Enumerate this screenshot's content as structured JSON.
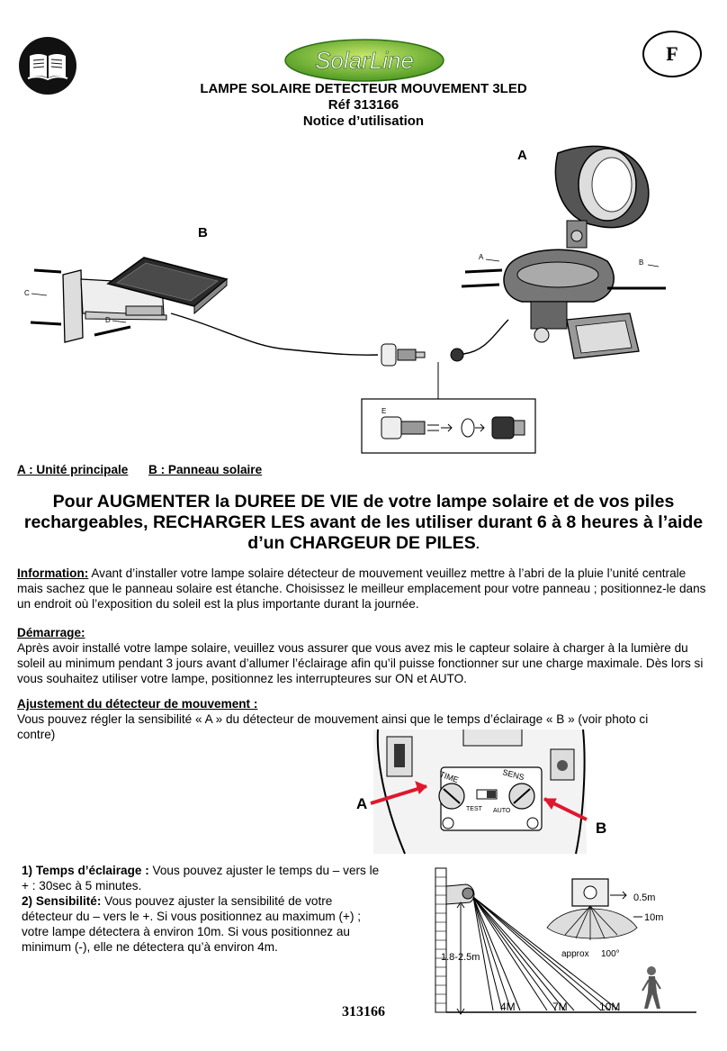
{
  "header": {
    "logo_text": "SolarLine",
    "lang_badge": "F",
    "title_line1": "LAMPE SOLAIRE DETECTEUR MOUVEMENT 3LED",
    "title_line2": "Réf 313166",
    "title_line3": "Notice d’utilisation"
  },
  "figure1": {
    "label_a": "A",
    "label_b": "B",
    "small_a": "A",
    "small_b": "B",
    "small_c": "C",
    "small_d": "D",
    "small_e": "E"
  },
  "legend": {
    "a": "A : Unité principale",
    "b": "B : Panneau solaire"
  },
  "warning": {
    "prefix": "Pour AUGMENTER la DUREE DE VIE de votre lampe solaire et de vos piles rechargeables, RECHARGER LES avant de les utiliser durant 6 à 8 heures à l’aide d’un CHARGEUR DE PILES",
    "suffix": "."
  },
  "information": {
    "heading": "Information:",
    "body": " Avant d’installer votre lampe solaire détecteur de mouvement veuillez mettre à l’abri de la pluie l’unité centrale mais sachez que le panneau solaire est étanche. Choisissez le meilleur emplacement pour votre panneau ; positionnez-le dans un endroit où l’exposition du soleil est la plus importante durant la journée."
  },
  "demarrage": {
    "heading": "Démarrage:",
    "body": "Après avoir installé votre lampe solaire, veuillez vous assurer que vous avez mis le capteur solaire à charger à la lumière du soleil au minimum pendant 3 jours avant d’allumer l’éclairage afin qu’il puisse fonctionner sur une charge maximale. Dès lors si vous souhaitez utiliser votre lampe, positionnez les interrupteures sur ON et AUTO."
  },
  "ajustement": {
    "heading": "Ajustement du détecteur de mouvement :",
    "body": "Vous pouvez régler la sensibilité « A » du détecteur de mouvement ainsi que le temps d’éclairage « B » (voir photo ci contre)"
  },
  "figure2": {
    "label_a": "A",
    "label_b": "B",
    "time": "TIME",
    "sens": "SENS",
    "test": "TEST",
    "auto": "AUTO"
  },
  "temps": {
    "heading": "1) Temps d’éclairage :",
    "body": " Vous pouvez ajuster le temps du – vers le + : 30sec à 5 minutes."
  },
  "sensibilite": {
    "heading": "2) Sensibilité:",
    "body": " Vous pouvez ajuster la sensibilité de votre détecteur du – vers le +. Si vous positionnez au maximum (+) ; votre lampe détectera à environ 10m. Si vous positionnez au minimum (-), elle ne détectera qu’à environ 4m."
  },
  "figure3": {
    "height": "1.8-2.5m",
    "d4": "4M",
    "d7": "7M",
    "d10": "10M",
    "top_05": "0.5m",
    "top_10": "10m",
    "approx": "approx",
    "angle": "100°"
  },
  "footer": {
    "ref": "313166"
  }
}
